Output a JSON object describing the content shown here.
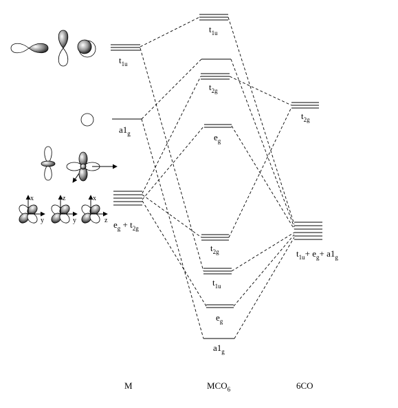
{
  "columns": {
    "metal": "M",
    "complex": "MCO",
    "complex_sub": "6",
    "ligand": "6CO"
  },
  "metal_levels": {
    "t1u": {
      "base": "t",
      "sub": "1u"
    },
    "a1g": {
      "base": "a1",
      "sub": "g"
    },
    "eg_t2g": {
      "base1": "e",
      "sub1": "g",
      "mid": " + t",
      "sub2": "2g"
    }
  },
  "complex_levels": {
    "t1u_star": {
      "base": "t",
      "sub": "1u"
    },
    "t2g_upper": {
      "base": "t",
      "sub": "2g"
    },
    "eg_star": {
      "base": "e",
      "sub": "g"
    },
    "t2g_lower": {
      "base": "t",
      "sub": "2g"
    },
    "t1u": {
      "base": "t",
      "sub": "1u"
    },
    "eg": {
      "base": "e",
      "sub": "g"
    },
    "a1g": {
      "base": "a1",
      "sub": "g"
    }
  },
  "ligand_levels": {
    "t2g": {
      "base": "t",
      "sub": "2g"
    },
    "sigma": {
      "b1": "t",
      "s1": "1u",
      "b2": "+ e",
      "s2": "g",
      "b3": "+ a1",
      "s3": "g"
    }
  },
  "orbital_axes": {
    "a": [
      "x",
      "y"
    ],
    "b": [
      "z",
      "y"
    ],
    "c": [
      "x",
      "z"
    ]
  }
}
